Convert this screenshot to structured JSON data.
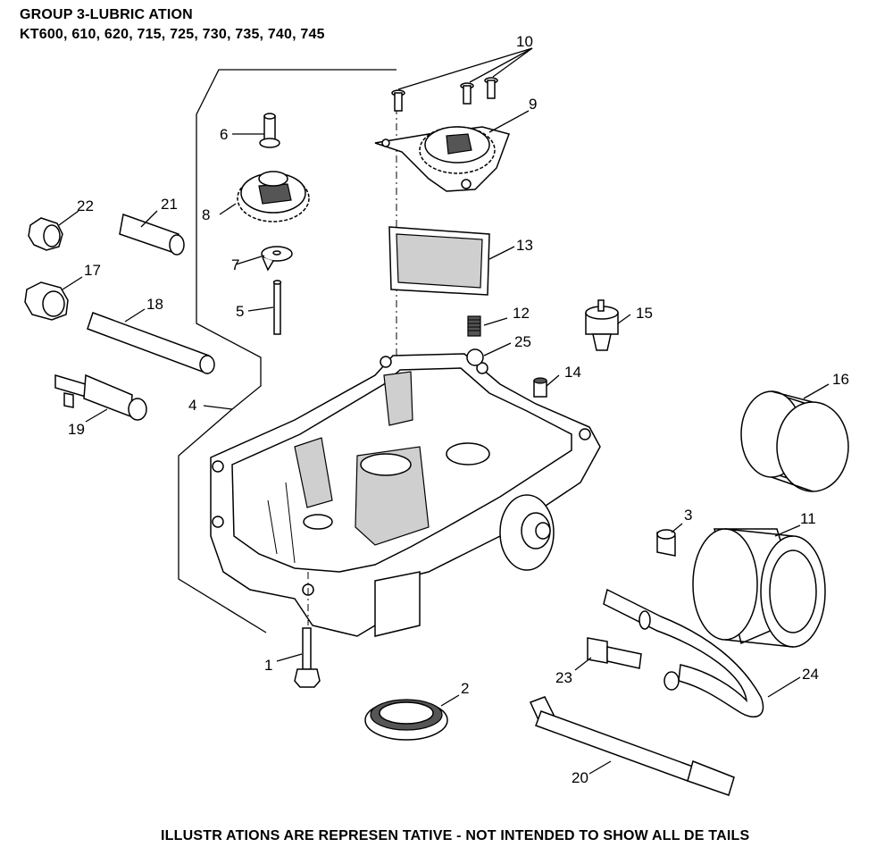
{
  "header": {
    "title": "GROUP 3-LUBRIC ATION",
    "models": "KT600, 610, 620, 715, 725, 730, 735, 740, 745"
  },
  "footer": {
    "disclaimer": "ILLUSTR ATIONS ARE REPRESEN TATIVE - NOT INTENDED  TO SHOW ALL DE TAILS"
  },
  "callouts": {
    "c1": "1",
    "c2": "2",
    "c3": "3",
    "c4": "4",
    "c5": "5",
    "c6": "6",
    "c7": "7",
    "c8": "8",
    "c9": "9",
    "c10": "10",
    "c11": "11",
    "c12": "12",
    "c13": "13",
    "c14": "14",
    "c15": "15",
    "c16": "16",
    "c17": "17",
    "c18": "18",
    "c19": "19",
    "c20": "20",
    "c21": "21",
    "c22": "22",
    "c23": "23",
    "c24": "24",
    "c25": "25"
  }
}
